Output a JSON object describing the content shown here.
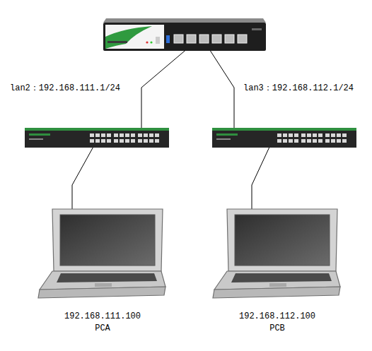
{
  "diagram": {
    "nodes": [
      {
        "text": [
          "192.168.111.100",
          "PCA"
        ]
      },
      {
        "text": [
          "192.168.112.100",
          "PCB"
        ]
      }
    ],
    "labels": [
      "lan2：192.168.111.1/24",
      "lan3：192.168.112.1/24"
    ]
  }
}
